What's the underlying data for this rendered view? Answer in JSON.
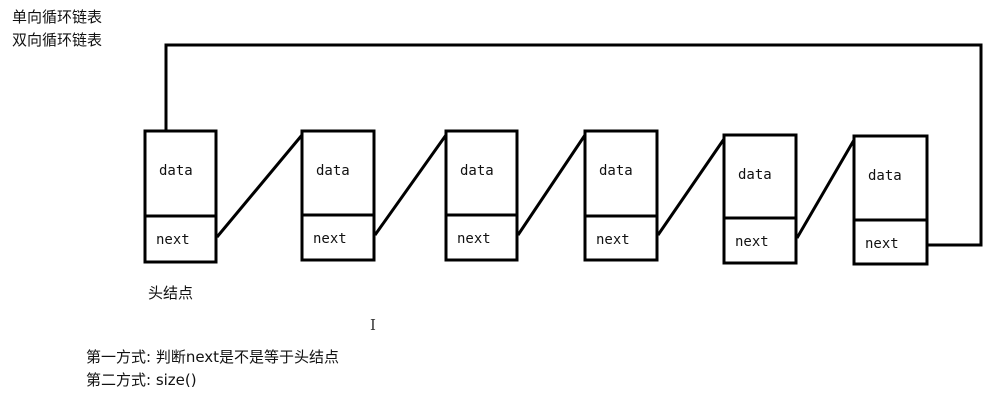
{
  "header": {
    "line1": "单向循环链表",
    "line2": "双向循环链表"
  },
  "nodes": [
    {
      "data_label": "data",
      "next_label": "next"
    },
    {
      "data_label": "data",
      "next_label": "next"
    },
    {
      "data_label": "data",
      "next_label": "next"
    },
    {
      "data_label": "data",
      "next_label": "next"
    },
    {
      "data_label": "data",
      "next_label": "next"
    },
    {
      "data_label": "data",
      "next_label": "next"
    }
  ],
  "head_node_label": "头结点",
  "methods": {
    "first": "第一方式: 判断next是不是等于头结点",
    "second": "第二方式: size()"
  },
  "cursor_glyph": "I",
  "colors": {
    "stroke": "#000000",
    "text": "#111111",
    "background": "#ffffff"
  }
}
